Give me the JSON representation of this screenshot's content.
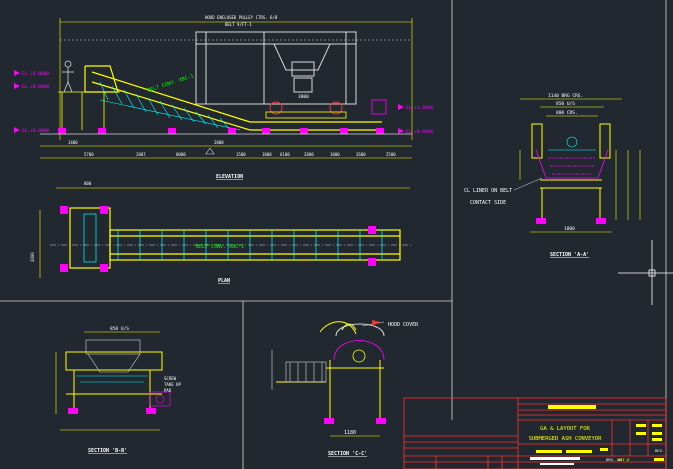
{
  "views": {
    "elevation": {
      "title": "ELEVATION",
      "note_top": "HOOD ENCLOSED PULLEY CTRS. 6/B",
      "note_top2": "BELT 9/FT-1",
      "belt_label": "BELT CONV. XBC-1",
      "levels": [
        "EL.+0.0000",
        "EL.+0.0000",
        "EL.+0.0000",
        "EL.+1.0000",
        "EL.+0.0000"
      ],
      "dims": [
        "1400",
        "5700",
        "2807",
        "8000",
        "2800",
        "1500",
        "1800",
        "6100",
        "2800",
        "1000",
        "2600",
        "2500"
      ],
      "mid_dim": "3800"
    },
    "plan": {
      "title": "PLAN",
      "belt_label": "BELT CONV. XBC-1",
      "side_dim": "2000",
      "top_dim": "800"
    },
    "section_aa": {
      "title": "SECTION 'A-A'",
      "dim1": "1140 BRG CRS.",
      "dim2": "850 U/S",
      "dim3": "800 CRS.",
      "bottom_dim": "1800",
      "liner_label": "CL LINER ON BELT",
      "liner_label2": "CONTACT SIDE"
    },
    "section_bb": {
      "title": "SECTION 'B-B'",
      "dim": "850 U/S",
      "note1": "SCREW",
      "note2": "TAKE UP",
      "note3": "PAD"
    },
    "section_cc": {
      "title": "SECTION 'C-C'",
      "hood_label": "HOOD COVER",
      "bottom_dim": "1180"
    }
  },
  "title_block": {
    "title_line1": "GA & LAYOUT FOR",
    "title_line2": "SUBMERGED ASH CONVEYOR",
    "drawing_no_label": "DRG. NO.",
    "rev_label": "REV.",
    "drawing_no": "ATT.D"
  },
  "colors": {
    "background": "#212830",
    "yellow": "#ffff00",
    "cyan": "#00ffff",
    "magenta": "#ff00ff",
    "green": "#00ff00",
    "red": "#ff3030",
    "white": "#ffffff"
  }
}
